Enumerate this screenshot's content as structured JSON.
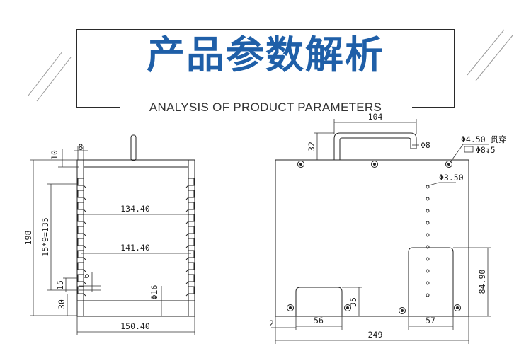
{
  "header": {
    "title_cn": "产品参数解析",
    "title_en": "ANALYSIS OF PRODUCT PARAMETERS",
    "accent_color": "#1f5fa8"
  },
  "side_view": {
    "dims": {
      "top_gap": "10",
      "slot_width": "8",
      "height_total": "198",
      "slot_span": "15*9=135",
      "slot_pitch": "15",
      "slot_depth": "6",
      "base_height": "30",
      "inner_width": "134.40",
      "mid_width": "141.40",
      "hole_diameter": "Φ16",
      "overall_width": "150.40"
    }
  },
  "front_view": {
    "dims": {
      "handle_width": "104",
      "handle_height": "32",
      "handle_diameter": "Φ8",
      "through_hole": "Φ4.50 贯穿",
      "counterbore": "Φ8↧5",
      "small_hole": "Φ3.50",
      "right_height": "84.90",
      "cutout_height": "35",
      "edge_offset": "2",
      "cutout_width": "56",
      "right_cutout_width": "57",
      "overall_width": "249"
    }
  }
}
